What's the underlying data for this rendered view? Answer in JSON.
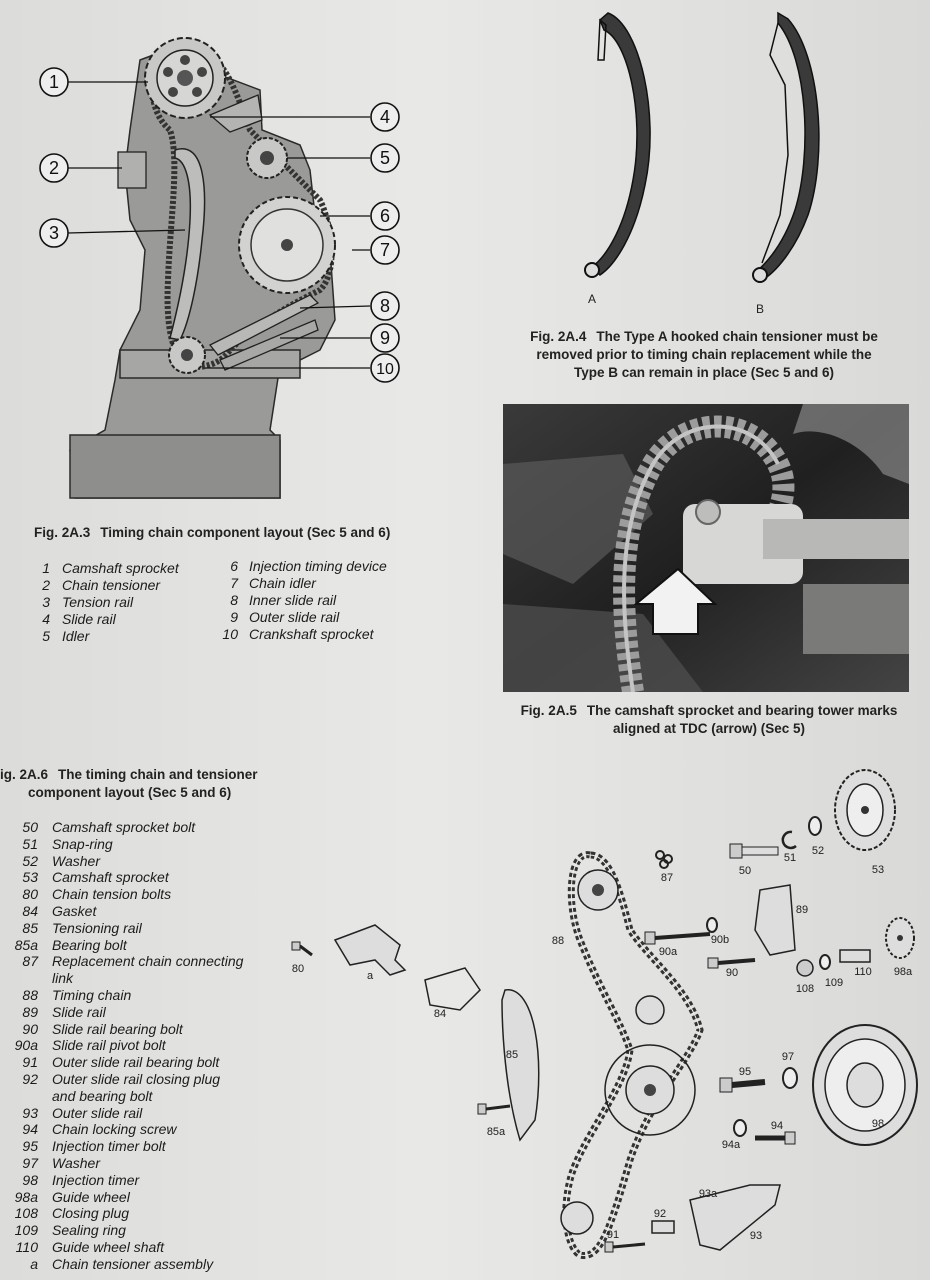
{
  "fig_2a3": {
    "caption_number": "Fig. 2A.3",
    "caption_text": "Timing chain component layout (Sec 5 and 6)",
    "callouts": [
      "1",
      "2",
      "3",
      "4",
      "5",
      "6",
      "7",
      "8",
      "9",
      "10"
    ],
    "legend_left": [
      {
        "n": "1",
        "label": "Camshaft sprocket"
      },
      {
        "n": "2",
        "label": "Chain tensioner"
      },
      {
        "n": "3",
        "label": "Tension rail"
      },
      {
        "n": "4",
        "label": "Slide rail"
      },
      {
        "n": "5",
        "label": "Idler"
      }
    ],
    "legend_right": [
      {
        "n": "6",
        "label": "Injection timing device"
      },
      {
        "n": "7",
        "label": "Chain idler"
      },
      {
        "n": "8",
        "label": "Inner slide rail"
      },
      {
        "n": "9",
        "label": "Outer slide rail"
      },
      {
        "n": "10",
        "label": "Crankshaft sprocket"
      }
    ]
  },
  "fig_2a4": {
    "label_a": "A",
    "label_b": "B",
    "caption_number": "Fig. 2A.4",
    "caption_lines": [
      "The Type A hooked chain tensioner must be",
      "removed prior to timing chain replacement while the",
      "Type B can remain in place (Sec 5 and 6)"
    ]
  },
  "fig_2a5": {
    "caption_number": "Fig. 2A.5",
    "caption_lines": [
      "The camshaft sprocket and bearing tower marks",
      "aligned at TDC (arrow) (Sec 5)"
    ]
  },
  "fig_2a6": {
    "caption_number": "ig. 2A.6",
    "caption_lines": [
      "The timing chain and tensioner",
      "component layout (Sec 5 and 6)"
    ],
    "legend": [
      {
        "n": "50",
        "label": "Camshaft sprocket bolt"
      },
      {
        "n": "51",
        "label": "Snap-ring"
      },
      {
        "n": "52",
        "label": "Washer"
      },
      {
        "n": "53",
        "label": "Camshaft sprocket"
      },
      {
        "n": "80",
        "label": "Chain tension bolts"
      },
      {
        "n": "84",
        "label": "Gasket"
      },
      {
        "n": "85",
        "label": "Tensioning rail"
      },
      {
        "n": "85a",
        "label": "Bearing bolt"
      },
      {
        "n": "87",
        "label": "Replacement chain connecting"
      },
      {
        "n": "",
        "label": "link"
      },
      {
        "n": "88",
        "label": "Timing chain"
      },
      {
        "n": "89",
        "label": "Slide rail"
      },
      {
        "n": "90",
        "label": "Slide rail bearing bolt"
      },
      {
        "n": "90a",
        "label": "Slide rail pivot bolt"
      },
      {
        "n": "91",
        "label": "Outer slide rail bearing bolt"
      },
      {
        "n": "92",
        "label": "Outer slide rail closing plug"
      },
      {
        "n": "",
        "label": "and bearing bolt"
      },
      {
        "n": "93",
        "label": "Outer slide rail"
      },
      {
        "n": "94",
        "label": "Chain locking screw"
      },
      {
        "n": "95",
        "label": "Injection timer bolt"
      },
      {
        "n": "97",
        "label": "Washer"
      },
      {
        "n": "98",
        "label": "Injection timer"
      },
      {
        "n": "98a",
        "label": "Guide wheel"
      },
      {
        "n": "108",
        "label": "Closing plug"
      },
      {
        "n": "109",
        "label": "Sealing ring"
      },
      {
        "n": "110",
        "label": "Guide wheel shaft"
      },
      {
        "n": "a",
        "label": "Chain tensioner assembly"
      }
    ],
    "part_labels": {
      "p50": "50",
      "p51": "51",
      "p52": "52",
      "p53": "53",
      "p87": "87",
      "p88": "88",
      "p89": "89",
      "p90a": "90a",
      "p90b": "90b",
      "p90": "90",
      "p108": "108",
      "p109": "109",
      "p110": "110",
      "p98a": "98a",
      "p80": "80",
      "pa": "a",
      "p84": "84",
      "p85": "85",
      "p85a": "85a",
      "p95": "95",
      "p97": "97",
      "p98": "98",
      "p94": "94",
      "p94a": "94a",
      "p93a": "93a",
      "p93": "93",
      "p92": "92",
      "p91": "91"
    }
  },
  "colors": {
    "page": "#e4e4e2",
    "ink": "#1e1e1e",
    "engine_fill": "#9a9a98",
    "engine_dark": "#777775",
    "photo_dark": "#2a2a2a"
  }
}
